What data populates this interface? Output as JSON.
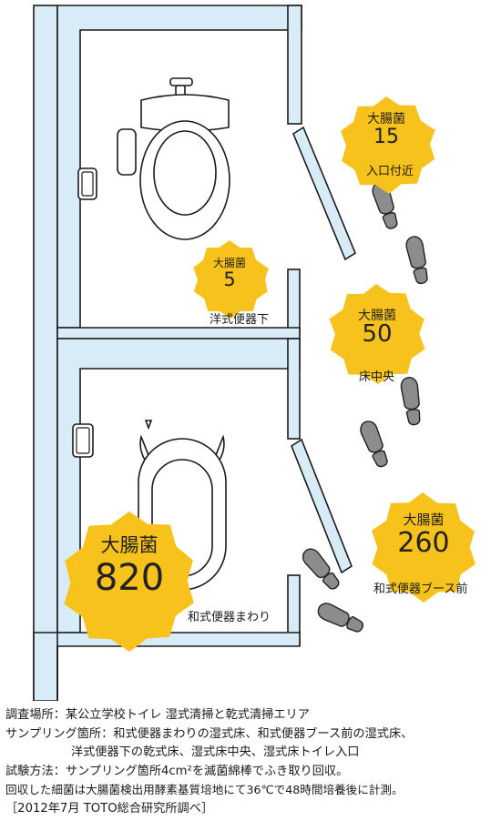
{
  "badges": [
    {
      "id": "entrance",
      "title": "大腸菌",
      "value": "15",
      "caption": "入口付近"
    },
    {
      "id": "western",
      "title": "大腸菌",
      "value": "5",
      "caption": "洋式便器下"
    },
    {
      "id": "center",
      "title": "大腸菌",
      "value": "50",
      "caption": "床中央"
    },
    {
      "id": "booth_front",
      "title": "大腸菌",
      "value": "260",
      "caption": "和式便器ブース前"
    },
    {
      "id": "japanese",
      "title": "大腸菌",
      "value": "820",
      "caption": "和式便器まわり"
    }
  ],
  "notes": {
    "line1": "調査場所：某公立学校トイレ 湿式清掃と乾式清掃エリア",
    "line2": "サンプリング箇所：和式便器まわりの湿式床、和式便器ブース前の湿式床、",
    "line3": "洋式便器下の乾式床、湿式床中央、湿式床トイレ入口",
    "line4": "試験方法：サンプリング箇所4cm²を滅菌綿棒でふき取り回収。",
    "line5": "回収した細菌は大腸菌検出用酵素基質培地にて36℃で48時間培養後に計測。",
    "line6": "［2012年7月 TOTO総合研究所調べ］"
  },
  "colors": {
    "wall_fill": "#d8ecf7",
    "wall_stroke": "#1a1a1a",
    "badge": "#f7c21b",
    "footprint": "#8c8c8c"
  }
}
